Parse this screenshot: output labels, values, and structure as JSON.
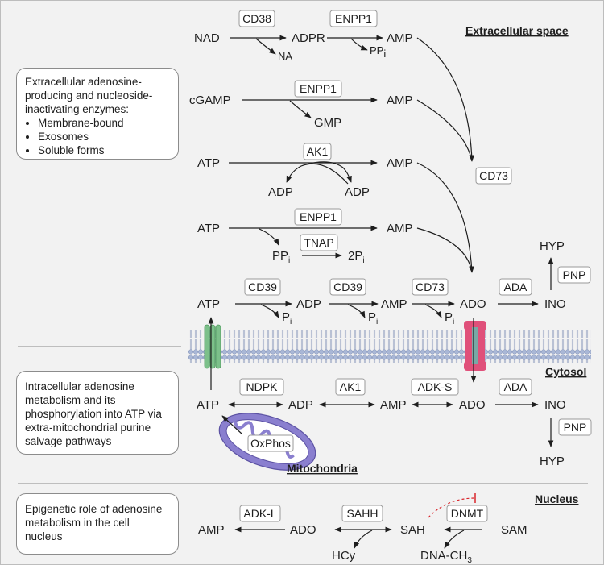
{
  "sections": {
    "extracellular": "Extracellular space",
    "cytosol": "Cytosol",
    "mitochondria": "Mitochondria",
    "nucleus": "Nucleus"
  },
  "notes": {
    "extracellular": {
      "text": "Extracellular adenosine-producing and nucleoside-inactivating enzymes:",
      "bullets": [
        "Membrane-bound",
        "Exosomes",
        "Soluble forms"
      ]
    },
    "intracellular": "Intracellular adenosine metabolism and its phosphorylation into ATP via extra-mitochondrial purine salvage pathways",
    "epigenetic": "Epigenetic role of adenosine metabolism in the cell nucleus"
  },
  "metabolites": {
    "nad": "NAD",
    "adpr": "ADPR",
    "amp1": "AMP",
    "na": "NA",
    "ppi1": "PP",
    "cgamp": "cGAMP",
    "amp2": "AMP",
    "gmp": "GMP",
    "atp3": "ATP",
    "amp3": "AMP",
    "adp3a": "ADP",
    "adp3b": "ADP",
    "atp4": "ATP",
    "amp4": "AMP",
    "ppi4": "PP",
    "twopi": "2P",
    "hyp1": "HYP",
    "atp5": "ATP",
    "pi5a": "P",
    "adp5": "ADP",
    "pi5b": "P",
    "amp5": "AMP",
    "pi5c": "P",
    "ado5": "ADO",
    "ino5": "INO",
    "atp6": "ATP",
    "adp6": "ADP",
    "amp6": "AMP",
    "ado6": "ADO",
    "ino6": "INO",
    "hyp6": "HYP",
    "amp7": "AMP",
    "ado7": "ADO",
    "sah7": "SAH",
    "sam7": "SAM",
    "hcy7": "HCy",
    "dnach3": "DNA-CH",
    "sub_i": "i",
    "sub_3": "3"
  },
  "enzymes": {
    "cd38": "CD38",
    "enpp1a": "ENPP1",
    "enpp1b": "ENPP1",
    "ak1a": "AK1",
    "enpp1c": "ENPP1",
    "tnap": "TNAP",
    "cd73a": "CD73",
    "pnp1": "PNP",
    "cd39a": "CD39",
    "cd39b": "CD39",
    "cd73b": "CD73",
    "ada1": "ADA",
    "ndpk": "NDPK",
    "ak1b": "AK1",
    "adks": "ADK-S",
    "ada2": "ADA",
    "pnp2": "PNP",
    "oxphos": "OxPhos",
    "adkl": "ADK-L",
    "sahh": "SAHH",
    "dnmt": "DNMT"
  },
  "colors": {
    "background": "#f2f2f2",
    "membrane": "#a9b7d6",
    "mitochondria": "#8a7fcf",
    "transporter_green": "#7cc08a",
    "transporter_pink": "#e0507a",
    "inhibition": "#d9252b"
  }
}
